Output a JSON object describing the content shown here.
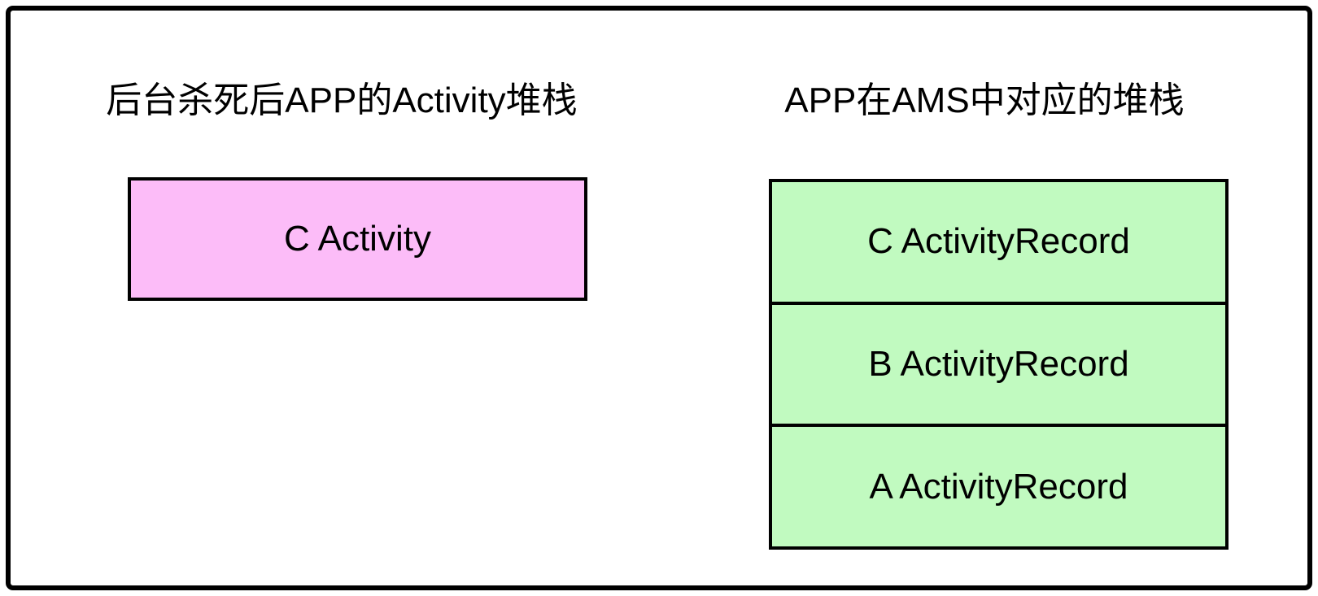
{
  "frame": {
    "border_color": "#000000",
    "background": "#ffffff"
  },
  "left_panel": {
    "title": "后台杀死后APP的Activity堆栈",
    "box_fill": "#fcbcf8",
    "stack": [
      {
        "label": "C Activity"
      }
    ]
  },
  "right_panel": {
    "title": "APP在AMS中对应的堆栈",
    "box_fill": "#c1fac0",
    "stack": [
      {
        "label": "C ActivityRecord"
      },
      {
        "label": "B ActivityRecord"
      },
      {
        "label": "A ActivityRecord"
      }
    ]
  }
}
